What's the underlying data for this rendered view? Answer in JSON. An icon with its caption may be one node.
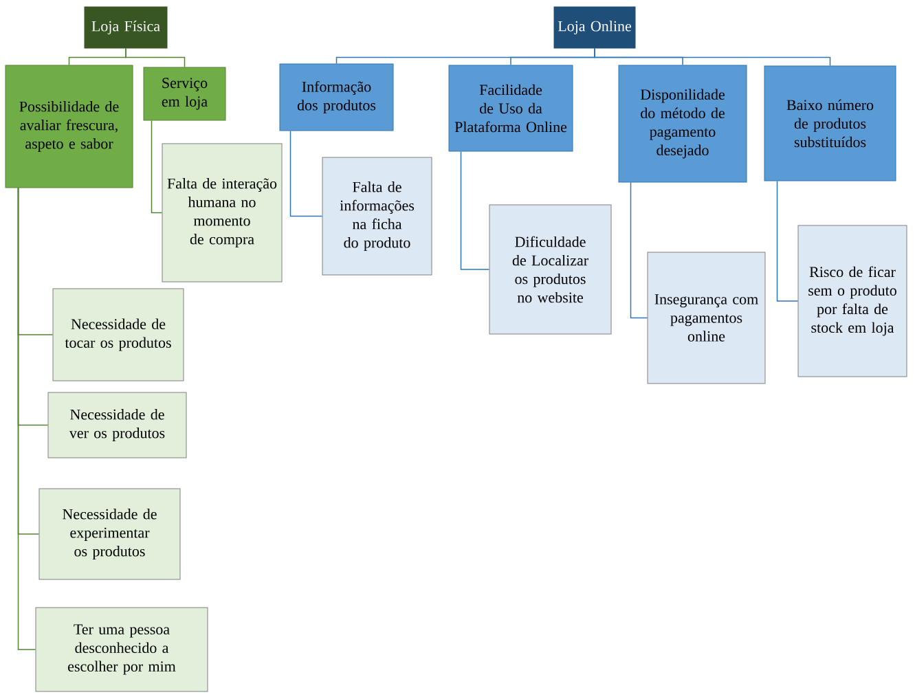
{
  "diagram": {
    "nodes": [
      {
        "text": [
          "Loja Física"
        ]
      },
      {
        "text": [
          "Possibilidade de avaliar frescura, aspeto e sabor"
        ]
      },
      {
        "text": [
          "Serviço em loja"
        ]
      },
      {
        "text": [
          "Falta de interação humana no momento de compra"
        ]
      },
      {
        "text": [
          "Necessidade de tocar os produtos"
        ]
      },
      {
        "text": [
          "Necessidade de ver os produtos"
        ]
      },
      {
        "text": [
          "Necessidade de experimentar os produtos"
        ]
      },
      {
        "text": [
          "Ter uma pessoa desconhecido a escolher por mim"
        ]
      },
      {
        "text": [
          "Loja Online"
        ]
      },
      {
        "text": [
          "Informação dos produtos"
        ]
      },
      {
        "text": [
          "Facilidade de Uso da Plataforma Online"
        ]
      },
      {
        "text": [
          "Disponilidade do método de pagamento desejado"
        ]
      },
      {
        "text": [
          "Baixo número de produtos substituídos"
        ]
      },
      {
        "text": [
          "Falta de informações na ficha do produto"
        ]
      },
      {
        "text": [
          "Dificuldade de Localizar os produtos no website"
        ]
      },
      {
        "text": [
          "Insegurança com pagamentos online"
        ]
      },
      {
        "text": [
          "Risco de ficar sem o produto por falta de stock em loja"
        ]
      }
    ],
    "edges": [
      {
        "from": 0,
        "to": 1,
        "arrow": "none",
        "color": "#548235"
      },
      {
        "from": 0,
        "to": 2,
        "arrow": "none",
        "color": "#548235"
      },
      {
        "from": 2,
        "to": 3,
        "arrow": "none",
        "color": "#548235"
      },
      {
        "from": 1,
        "to": 4,
        "arrow": "none",
        "color": "#548235"
      },
      {
        "from": 1,
        "to": 5,
        "arrow": "none",
        "color": "#548235"
      },
      {
        "from": 1,
        "to": 6,
        "arrow": "none",
        "color": "#548235"
      },
      {
        "from": 1,
        "to": 7,
        "arrow": "none",
        "color": "#548235"
      },
      {
        "from": 8,
        "to": 9,
        "arrow": "none"
      },
      {
        "from": 8,
        "to": 10,
        "arrow": "none"
      },
      {
        "from": 8,
        "to": 11,
        "arrow": "none"
      },
      {
        "from": 8,
        "to": 12,
        "arrow": "none"
      },
      {
        "from": 9,
        "to": 13,
        "arrow": "none"
      },
      {
        "from": 10,
        "to": 14,
        "arrow": "none"
      },
      {
        "from": 11,
        "to": 15,
        "arrow": "none"
      },
      {
        "from": 12,
        "to": 16,
        "arrow": "none"
      }
    ]
  }
}
